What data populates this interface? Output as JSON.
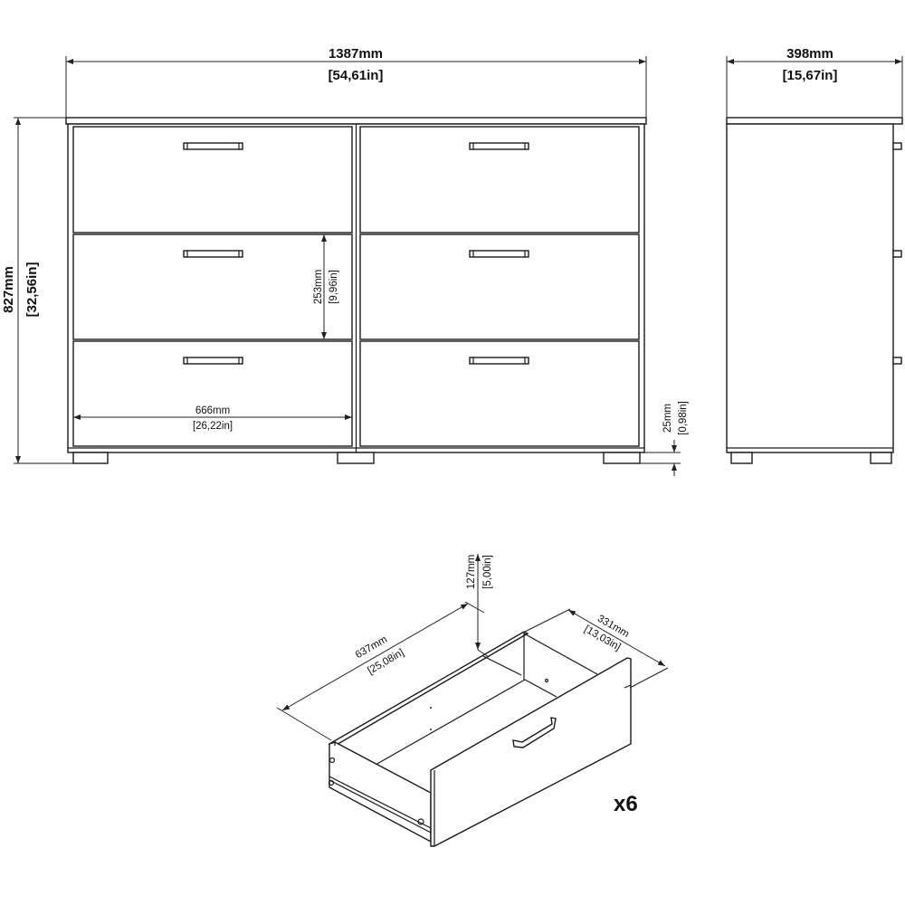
{
  "front_view": {
    "width_mm": "1387mm",
    "width_in": "[54,61in]",
    "height_mm": "827mm",
    "height_in": "[32,56in]",
    "drawer_height_mm": "253mm",
    "drawer_height_in": "[9,96in]",
    "drawer_width_mm": "666mm",
    "drawer_width_in": "[26,22in]",
    "leg_height_mm": "25mm",
    "leg_height_in": "[0,98in]"
  },
  "side_view": {
    "depth_mm": "398mm",
    "depth_in": "[15,67in]"
  },
  "drawer_detail": {
    "height_mm": "127mm",
    "height_in": "[5,00in]",
    "length_mm": "637mm",
    "length_in": "[25,08in]",
    "width_mm": "331mm",
    "width_in": "[13,03in]",
    "quantity": "x6"
  }
}
